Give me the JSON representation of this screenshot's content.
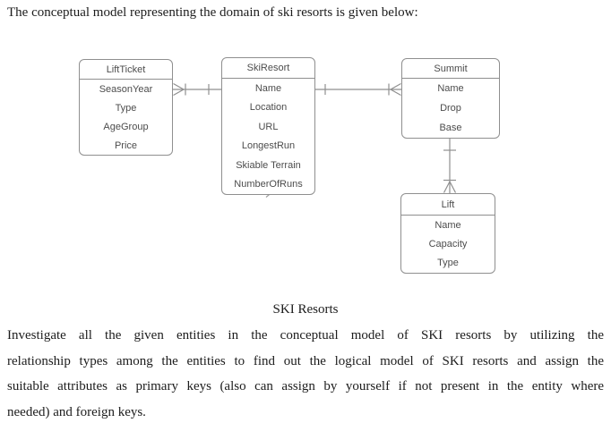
{
  "document": {
    "intro": "The conceptual model representing the domain of ski resorts is given below:",
    "caption": "SKI Resorts",
    "body_lines": [
      "Investigate all the given entities in the conceptual model of SKI resorts by utilizing the",
      "relationship types among the entities to find out the logical model of SKI resorts and assign the",
      "suitable attributes as primary keys (also can assign by yourself if not present in the entity where",
      "needed) and foreign keys."
    ]
  },
  "diagram": {
    "entities": [
      {
        "name": "LiftTicket",
        "attributes": [
          "SeasonYear",
          "Type",
          "AgeGroup",
          "Price"
        ]
      },
      {
        "name": "SkiResort",
        "attributes": [
          "Name",
          "Location",
          "URL",
          "LongestRun",
          "Skiable Terrain",
          "NumberOfRuns"
        ]
      },
      {
        "name": "Summit",
        "attributes": [
          "Name",
          "Drop",
          "Base"
        ]
      },
      {
        "name": "Lift",
        "attributes": [
          "Name",
          "Capacity",
          "Type"
        ]
      }
    ],
    "relationships": [
      {
        "from": "SkiResort",
        "to": "LiftTicket",
        "type": "one-to-many",
        "from_end_marker": "one-tick",
        "to_end_marker": "one-or-many-crows-foot"
      },
      {
        "from": "SkiResort",
        "to": "Summit",
        "type": "one-to-many",
        "from_end_marker": "one-tick",
        "to_end_marker": "one-or-many-crows-foot"
      },
      {
        "from": "Summit",
        "to": "Lift",
        "type": "one-to-many",
        "from_end_marker": "one-tick",
        "to_end_marker": "one-or-many-crows-foot"
      }
    ],
    "colors": {
      "line": "#8f8f8f",
      "entity_text": "#4c4c4c",
      "document_text": "#1c1c1c",
      "background": "#ffffff"
    }
  }
}
